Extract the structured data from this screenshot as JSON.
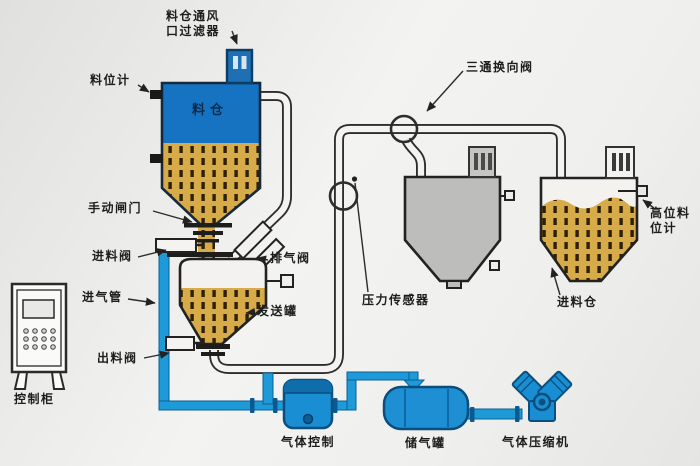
{
  "diagram": {
    "type": "pneumatic-conveying-system-diagram",
    "labels": {
      "vent_filter": "料仓通风口过滤器",
      "level_gauge": "料位计",
      "silo": "料仓",
      "manual_gate": "手动闸门",
      "feed_valve": "进料阀",
      "exhaust_valve": "排气阀",
      "air_inlet_pipe": "进气管",
      "sending_tank": "发送罐",
      "discharge_valve": "出料阀",
      "pressure_sensor": "压力传感器",
      "three_way_valve": "三通换向阀",
      "high_level_gauge": "高位料位计",
      "feed_silo": "进料仓",
      "control_cabinet": "控制柜",
      "gas_control": "气体控制",
      "gas_tank": "储气罐",
      "gas_compressor": "气体压缩机"
    },
    "colors": {
      "equipment_blue": "#1573c2",
      "pipe_blue": "#1e9ad8",
      "pipe_blue_dark": "#0d5e93",
      "material_yellow": "#d7ac48",
      "material_dash": "#2f1f06",
      "vessel_gray": "#bdbdbb",
      "outline": "#2d2d2d",
      "background": "#ececea"
    }
  }
}
